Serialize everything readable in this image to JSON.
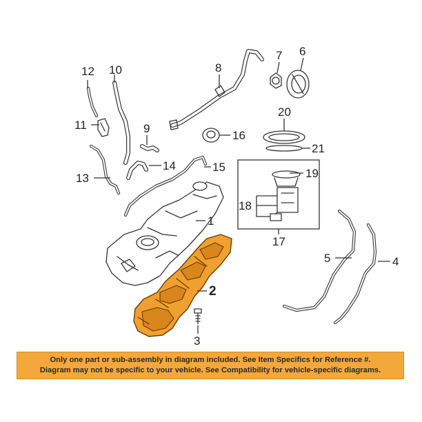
{
  "callouts": {
    "c1": "1",
    "c2": "2",
    "c3": "3",
    "c4": "4",
    "c5": "5",
    "c6": "6",
    "c7": "7",
    "c8": "8",
    "c9": "9",
    "c10": "10",
    "c11": "11",
    "c12": "12",
    "c13": "13",
    "c14": "14",
    "c15": "15",
    "c16": "16",
    "c17": "17",
    "c18": "18",
    "c19": "19",
    "c20": "20",
    "c21": "21"
  },
  "notice": {
    "line1": "Only one part or sub-assembly in diagram included. See Item Specifics for Reference #.",
    "line2": "Diagram may not be specific to your vehicle. See Compatibility for vehicle-specific diagrams."
  },
  "colors": {
    "highlight": "#f0a030",
    "notice_bg": "#f4a83c",
    "line": "#333333"
  }
}
